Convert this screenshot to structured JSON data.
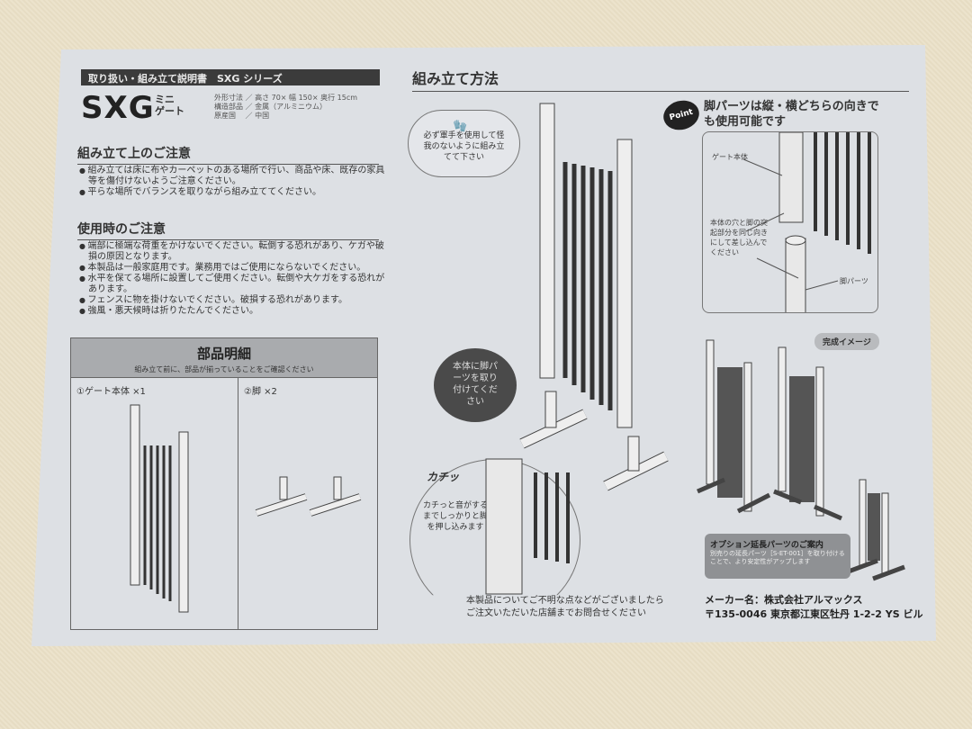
{
  "header_bar": "取り扱い・組み立て説明書　SXG シリーズ",
  "logo": {
    "main": "SXG",
    "sub_line1": "ミニ",
    "sub_line2": "ゲート"
  },
  "specs": [
    "外形寸法 ／ 高さ 70× 幅 150× 奥行 15cm",
    "構造部品 ／ 金属（アルミニウム）",
    "原産国　 ／ 中国"
  ],
  "assembly_caution": {
    "title": "組み立て上のご注意",
    "items": [
      "組み立ては床に布やカーペットのある場所で行い、商品や床、既存の家具等を傷付けないようご注意ください。",
      "平らな場所でバランスを取りながら組み立ててください。"
    ]
  },
  "usage_caution": {
    "title": "使用時のご注意",
    "items": [
      "端部に極端な荷重をかけないでください。転倒する恐れがあり、ケガや破損の原因となります。",
      "本製品は一般家庭用です。業務用ではご使用にならないでください。",
      "水平を保てる場所に設置してご使用ください。転倒や大ケガをする恐れがあります。",
      "フェンスに物を掛けないでください。破損する恐れがあります。",
      "強風・悪天候時は折りたたんでください。"
    ]
  },
  "parts": {
    "title": "部品明細",
    "note": "組み立て前に、部品が揃っていることをご確認ください",
    "items": [
      "①ゲート本体 ×1",
      "②脚 ×2"
    ]
  },
  "assembly": {
    "title": "組み立て方法",
    "glove_note": "必ず軍手を使用して怪我のないように組み立てて下さい",
    "attach_note": "本体に脚パーツを取り付けてください",
    "click_label": "カチッ",
    "click_note": "カチっと音がするまでしっかりと脚を押し込みます"
  },
  "point": {
    "badge": "Point",
    "title": "脚パーツは縦・横どちらの向きでも使用可能です",
    "label_gate": "ゲート本体",
    "instruction": "本体の穴と脚の突起部分を同じ向きにして差し込んでください",
    "label_leg": "脚パーツ"
  },
  "complete_badge": "完成イメージ",
  "option": {
    "title": "オプション延長パーツのご案内",
    "text": "別売りの延長パーツ［S-ET-001］を取り付けることで、より安定性がアップします"
  },
  "inquiry": [
    "本製品についてご不明な点などがございましたら",
    "ご注文いただいた店舗までお問合せください"
  ],
  "maker": {
    "name": "メーカー名：株式会社アルマックス",
    "address": "〒135-0046 東京都江東区牡丹 1-2-2 YS ビル"
  }
}
